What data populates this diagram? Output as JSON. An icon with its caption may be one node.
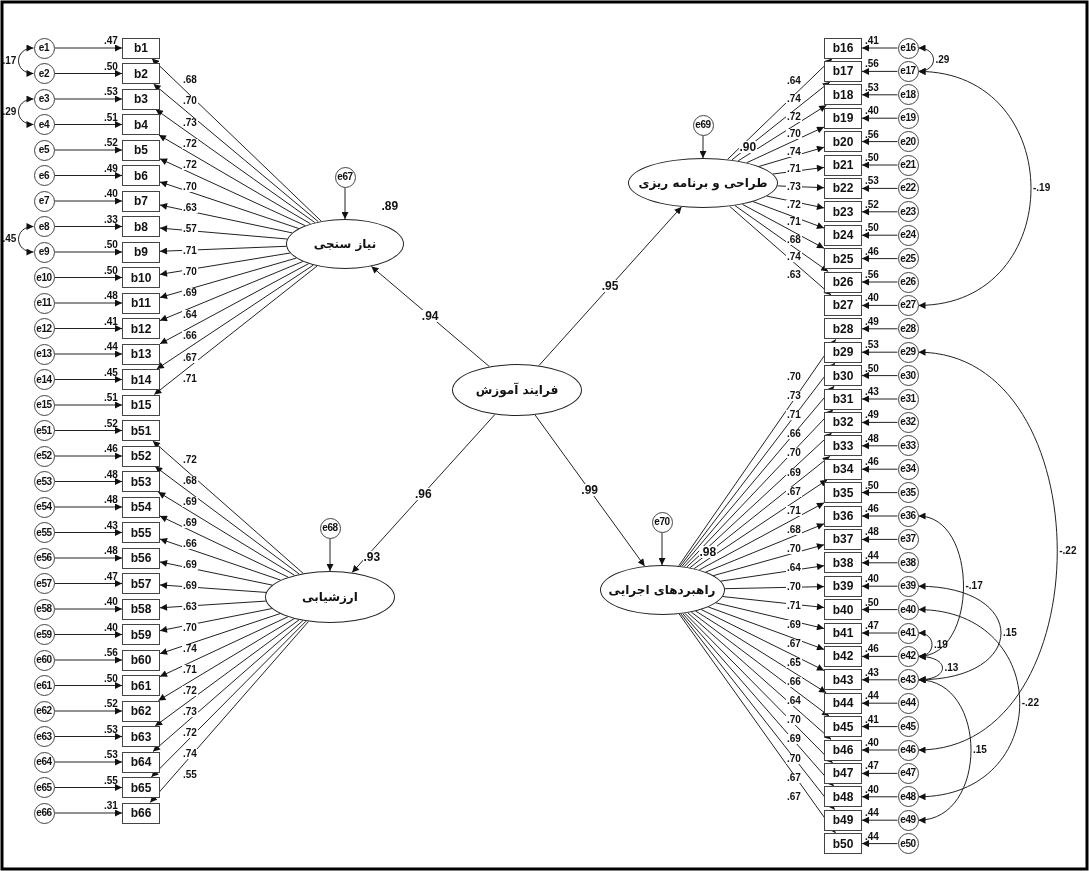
{
  "diagram": {
    "nodes": [
      {
        "text": [
          "فرایند آموزش"
        ]
      },
      {
        "text": [
          "نیاز سنجی"
        ],
        "beside": [
          ".89"
        ]
      },
      {
        "text": [
          "طراحی و برنامه ریزی"
        ],
        "beside": [
          ".90"
        ]
      },
      {
        "text": [
          "ارزشیابی"
        ],
        "beside": [
          ".93"
        ]
      },
      {
        "text": [
          "راهبردهای اجرایی"
        ],
        "beside": [
          ".98"
        ]
      },
      {
        "text": [
          "e67"
        ]
      },
      {
        "text": [
          "e69"
        ]
      },
      {
        "text": [
          "e68"
        ]
      },
      {
        "text": [
          "e70"
        ]
      },
      {
        "text": [
          "b1"
        ],
        "beside": [
          ".47"
        ]
      },
      {
        "text": [
          "b2"
        ],
        "beside": [
          ".50"
        ]
      },
      {
        "text": [
          "b3"
        ],
        "beside": [
          ".53"
        ]
      },
      {
        "text": [
          "b4"
        ],
        "beside": [
          ".51"
        ]
      },
      {
        "text": [
          "b5"
        ],
        "beside": [
          ".52"
        ]
      },
      {
        "text": [
          "b6"
        ],
        "beside": [
          ".49"
        ]
      },
      {
        "text": [
          "b7"
        ],
        "beside": [
          ".40"
        ]
      },
      {
        "text": [
          "b8"
        ],
        "beside": [
          ".33"
        ]
      },
      {
        "text": [
          "b9"
        ],
        "beside": [
          ".50"
        ]
      },
      {
        "text": [
          "b10"
        ],
        "beside": [
          ".50"
        ]
      },
      {
        "text": [
          "b11"
        ],
        "beside": [
          ".48"
        ]
      },
      {
        "text": [
          "b12"
        ],
        "beside": [
          ".41"
        ]
      },
      {
        "text": [
          "b13"
        ],
        "beside": [
          ".44"
        ]
      },
      {
        "text": [
          "b14"
        ],
        "beside": [
          ".45"
        ]
      },
      {
        "text": [
          "b15"
        ],
        "beside": [
          ".51"
        ]
      },
      {
        "text": [
          "b16"
        ],
        "beside": [
          ".41"
        ]
      },
      {
        "text": [
          "b17"
        ],
        "beside": [
          ".56"
        ]
      },
      {
        "text": [
          "b18"
        ],
        "beside": [
          ".53"
        ]
      },
      {
        "text": [
          "b19"
        ],
        "beside": [
          ".40"
        ]
      },
      {
        "text": [
          "b20"
        ],
        "beside": [
          ".56"
        ]
      },
      {
        "text": [
          "b21"
        ],
        "beside": [
          ".50"
        ]
      },
      {
        "text": [
          "b22"
        ],
        "beside": [
          ".53"
        ]
      },
      {
        "text": [
          "b23"
        ],
        "beside": [
          ".52"
        ]
      },
      {
        "text": [
          "b24"
        ],
        "beside": [
          ".50"
        ]
      },
      {
        "text": [
          "b25"
        ],
        "beside": [
          ".46"
        ]
      },
      {
        "text": [
          "b26"
        ],
        "beside": [
          ".56"
        ]
      },
      {
        "text": [
          "b27"
        ],
        "beside": [
          ".40"
        ]
      },
      {
        "text": [
          "b28"
        ],
        "beside": [
          ".49"
        ]
      },
      {
        "text": [
          "b29"
        ],
        "beside": [
          ".53"
        ]
      },
      {
        "text": [
          "b30"
        ],
        "beside": [
          ".50"
        ]
      },
      {
        "text": [
          "b31"
        ],
        "beside": [
          ".43"
        ]
      },
      {
        "text": [
          "b32"
        ],
        "beside": [
          ".49"
        ]
      },
      {
        "text": [
          "b33"
        ],
        "beside": [
          ".48"
        ]
      },
      {
        "text": [
          "b34"
        ],
        "beside": [
          ".46"
        ]
      },
      {
        "text": [
          "b35"
        ],
        "beside": [
          ".50"
        ]
      },
      {
        "text": [
          "b36"
        ],
        "beside": [
          ".46"
        ]
      },
      {
        "text": [
          "b37"
        ],
        "beside": [
          ".48"
        ]
      },
      {
        "text": [
          "b38"
        ],
        "beside": [
          ".44"
        ]
      },
      {
        "text": [
          "b39"
        ],
        "beside": [
          ".40"
        ]
      },
      {
        "text": [
          "b40"
        ],
        "beside": [
          ".50"
        ]
      },
      {
        "text": [
          "b41"
        ],
        "beside": [
          ".47"
        ]
      },
      {
        "text": [
          "b42"
        ],
        "beside": [
          ".46"
        ]
      },
      {
        "text": [
          "b43"
        ],
        "beside": [
          ".43"
        ]
      },
      {
        "text": [
          "b44"
        ],
        "beside": [
          ".44"
        ]
      },
      {
        "text": [
          "b45"
        ],
        "beside": [
          ".41"
        ]
      },
      {
        "text": [
          "b46"
        ],
        "beside": [
          ".40"
        ]
      },
      {
        "text": [
          "b47"
        ],
        "beside": [
          ".47"
        ]
      },
      {
        "text": [
          "b48"
        ],
        "beside": [
          ".40"
        ]
      },
      {
        "text": [
          "b49"
        ],
        "beside": [
          ".44"
        ]
      },
      {
        "text": [
          "b50"
        ],
        "beside": [
          ".44"
        ]
      },
      {
        "text": [
          "b51"
        ],
        "beside": [
          ".52"
        ]
      },
      {
        "text": [
          "b52"
        ],
        "beside": [
          ".46"
        ]
      },
      {
        "text": [
          "b53"
        ],
        "beside": [
          ".48"
        ]
      },
      {
        "text": [
          "b54"
        ],
        "beside": [
          ".48"
        ]
      },
      {
        "text": [
          "b55"
        ],
        "beside": [
          ".43"
        ]
      },
      {
        "text": [
          "b56"
        ],
        "beside": [
          ".48"
        ]
      },
      {
        "text": [
          "b57"
        ],
        "beside": [
          ".47"
        ]
      },
      {
        "text": [
          "b58"
        ],
        "beside": [
          ".40"
        ]
      },
      {
        "text": [
          "b59"
        ],
        "beside": [
          ".40"
        ]
      },
      {
        "text": [
          "b60"
        ],
        "beside": [
          ".56"
        ]
      },
      {
        "text": [
          "b61"
        ],
        "beside": [
          ".50"
        ]
      },
      {
        "text": [
          "b62"
        ],
        "beside": [
          ".52"
        ]
      },
      {
        "text": [
          "b63"
        ],
        "beside": [
          ".53"
        ]
      },
      {
        "text": [
          "b64"
        ],
        "beside": [
          ".53"
        ]
      },
      {
        "text": [
          "b65"
        ],
        "beside": [
          ".55"
        ]
      },
      {
        "text": [
          "b66"
        ],
        "beside": [
          ".31"
        ]
      },
      {
        "text": [
          "e1"
        ]
      },
      {
        "text": [
          "e2"
        ]
      },
      {
        "text": [
          "e3"
        ]
      },
      {
        "text": [
          "e4"
        ]
      },
      {
        "text": [
          "e5"
        ]
      },
      {
        "text": [
          "e6"
        ]
      },
      {
        "text": [
          "e7"
        ]
      },
      {
        "text": [
          "e8"
        ]
      },
      {
        "text": [
          "e9"
        ]
      },
      {
        "text": [
          "e10"
        ]
      },
      {
        "text": [
          "e11"
        ]
      },
      {
        "text": [
          "e12"
        ]
      },
      {
        "text": [
          "e13"
        ]
      },
      {
        "text": [
          "e14"
        ]
      },
      {
        "text": [
          "e15"
        ]
      },
      {
        "text": [
          "e16"
        ]
      },
      {
        "text": [
          "e17"
        ]
      },
      {
        "text": [
          "e18"
        ]
      },
      {
        "text": [
          "e19"
        ]
      },
      {
        "text": [
          "e20"
        ]
      },
      {
        "text": [
          "e21"
        ]
      },
      {
        "text": [
          "e22"
        ]
      },
      {
        "text": [
          "e23"
        ]
      },
      {
        "text": [
          "e24"
        ]
      },
      {
        "text": [
          "e25"
        ]
      },
      {
        "text": [
          "e26"
        ]
      },
      {
        "text": [
          "e27"
        ]
      },
      {
        "text": [
          "e28"
        ]
      },
      {
        "text": [
          "e29"
        ]
      },
      {
        "text": [
          "e30"
        ]
      },
      {
        "text": [
          "e31"
        ]
      },
      {
        "text": [
          "e32"
        ]
      },
      {
        "text": [
          "e33"
        ]
      },
      {
        "text": [
          "e34"
        ]
      },
      {
        "text": [
          "e35"
        ]
      },
      {
        "text": [
          "e36"
        ]
      },
      {
        "text": [
          "e37"
        ]
      },
      {
        "text": [
          "e38"
        ]
      },
      {
        "text": [
          "e39"
        ]
      },
      {
        "text": [
          "e40"
        ]
      },
      {
        "text": [
          "e41"
        ]
      },
      {
        "text": [
          "e42"
        ]
      },
      {
        "text": [
          "e43"
        ]
      },
      {
        "text": [
          "e44"
        ]
      },
      {
        "text": [
          "e45"
        ]
      },
      {
        "text": [
          "e46"
        ]
      },
      {
        "text": [
          "e47"
        ]
      },
      {
        "text": [
          "e48"
        ]
      },
      {
        "text": [
          "e49"
        ]
      },
      {
        "text": [
          "e50"
        ]
      },
      {
        "text": [
          "e51"
        ]
      },
      {
        "text": [
          "e52"
        ]
      },
      {
        "text": [
          "e53"
        ]
      },
      {
        "text": [
          "e54"
        ]
      },
      {
        "text": [
          "e55"
        ]
      },
      {
        "text": [
          "e56"
        ]
      },
      {
        "text": [
          "e57"
        ]
      },
      {
        "text": [
          "e58"
        ]
      },
      {
        "text": [
          "e59"
        ]
      },
      {
        "text": [
          "e60"
        ]
      },
      {
        "text": [
          "e61"
        ]
      },
      {
        "text": [
          "e62"
        ]
      },
      {
        "text": [
          "e63"
        ]
      },
      {
        "text": [
          "e64"
        ]
      },
      {
        "text": [
          "e65"
        ]
      },
      {
        "text": [
          "e66"
        ]
      }
    ],
    "edges": [
      {
        "from": 0,
        "to": 1,
        "arrow": "to",
        "label": ".94"
      },
      {
        "from": 0,
        "to": 2,
        "arrow": "to",
        "label": ".95"
      },
      {
        "from": 0,
        "to": 3,
        "arrow": "to",
        "label": ".96"
      },
      {
        "from": 0,
        "to": 4,
        "arrow": "to",
        "label": ".99"
      },
      {
        "from": 5,
        "to": 1,
        "arrow": "to"
      },
      {
        "from": 6,
        "to": 2,
        "arrow": "to"
      },
      {
        "from": 7,
        "to": 3,
        "arrow": "to"
      },
      {
        "from": 8,
        "to": 4,
        "arrow": "to"
      },
      {
        "from": 1,
        "to": 9,
        "arrow": "to",
        "label": ".68"
      },
      {
        "from": 1,
        "to": 10,
        "arrow": "to",
        "label": ".70"
      },
      {
        "from": 1,
        "to": 11,
        "arrow": "to",
        "label": ".73"
      },
      {
        "from": 1,
        "to": 12,
        "arrow": "to",
        "label": ".72"
      },
      {
        "from": 1,
        "to": 13,
        "arrow": "to",
        "label": ".72"
      },
      {
        "from": 1,
        "to": 14,
        "arrow": "to",
        "label": ".70"
      },
      {
        "from": 1,
        "to": 15,
        "arrow": "to",
        "label": ".63"
      },
      {
        "from": 1,
        "to": 16,
        "arrow": "to",
        "label": ".57"
      },
      {
        "from": 1,
        "to": 17,
        "arrow": "to",
        "label": ".71"
      },
      {
        "from": 1,
        "to": 18,
        "arrow": "to",
        "label": ".70"
      },
      {
        "from": 1,
        "to": 19,
        "arrow": "to",
        "label": ".69"
      },
      {
        "from": 1,
        "to": 20,
        "arrow": "to",
        "label": ".64"
      },
      {
        "from": 1,
        "to": 21,
        "arrow": "to",
        "label": ".66"
      },
      {
        "from": 1,
        "to": 22,
        "arrow": "to",
        "label": ".67"
      },
      {
        "from": 1,
        "to": 23,
        "arrow": "to",
        "label": ".71"
      },
      {
        "from": 2,
        "to": 24,
        "arrow": "to",
        "label": ".64"
      },
      {
        "from": 2,
        "to": 25,
        "arrow": "to",
        "label": ".74"
      },
      {
        "from": 2,
        "to": 26,
        "arrow": "to",
        "label": ".72"
      },
      {
        "from": 2,
        "to": 27,
        "arrow": "to",
        "label": ".70"
      },
      {
        "from": 2,
        "to": 28,
        "arrow": "to",
        "label": ".74"
      },
      {
        "from": 2,
        "to": 29,
        "arrow": "to",
        "label": ".71"
      },
      {
        "from": 2,
        "to": 30,
        "arrow": "to",
        "label": ".73"
      },
      {
        "from": 2,
        "to": 31,
        "arrow": "to",
        "label": ".72"
      },
      {
        "from": 2,
        "to": 32,
        "arrow": "to",
        "label": ".71"
      },
      {
        "from": 2,
        "to": 33,
        "arrow": "to",
        "label": ".68"
      },
      {
        "from": 2,
        "to": 34,
        "arrow": "to",
        "label": ".74"
      },
      {
        "from": 2,
        "to": 35,
        "arrow": "to",
        "label": ".63"
      },
      {
        "from": 4,
        "to": 36,
        "arrow": "to",
        "label": ".70"
      },
      {
        "from": 4,
        "to": 37,
        "arrow": "to",
        "label": ".73"
      },
      {
        "from": 4,
        "to": 38,
        "arrow": "to",
        "label": ".71"
      },
      {
        "from": 4,
        "to": 39,
        "arrow": "to",
        "label": ".66"
      },
      {
        "from": 4,
        "to": 40,
        "arrow": "to",
        "label": ".70"
      },
      {
        "from": 4,
        "to": 41,
        "arrow": "to",
        "label": ".69"
      },
      {
        "from": 4,
        "to": 42,
        "arrow": "to",
        "label": ".67"
      },
      {
        "from": 4,
        "to": 43,
        "arrow": "to",
        "label": ".71"
      },
      {
        "from": 4,
        "to": 44,
        "arrow": "to",
        "label": ".68"
      },
      {
        "from": 4,
        "to": 45,
        "arrow": "to",
        "label": ".70"
      },
      {
        "from": 4,
        "to": 46,
        "arrow": "to",
        "label": ".64"
      },
      {
        "from": 4,
        "to": 47,
        "arrow": "to",
        "label": ".70"
      },
      {
        "from": 4,
        "to": 48,
        "arrow": "to",
        "label": ".71"
      },
      {
        "from": 4,
        "to": 49,
        "arrow": "to",
        "label": ".69"
      },
      {
        "from": 4,
        "to": 50,
        "arrow": "to",
        "label": ".67"
      },
      {
        "from": 4,
        "to": 51,
        "arrow": "to",
        "label": ".65"
      },
      {
        "from": 4,
        "to": 52,
        "arrow": "to",
        "label": ".66"
      },
      {
        "from": 4,
        "to": 53,
        "arrow": "to",
        "label": ".64"
      },
      {
        "from": 4,
        "to": 54,
        "arrow": "to",
        "label": ".70"
      },
      {
        "from": 4,
        "to": 55,
        "arrow": "to",
        "label": ".69"
      },
      {
        "from": 4,
        "to": 56,
        "arrow": "to",
        "label": ".70"
      },
      {
        "from": 4,
        "to": 57,
        "arrow": "to",
        "label": ".67"
      },
      {
        "from": 4,
        "to": 58,
        "arrow": "to",
        "label": ".67"
      },
      {
        "from": 3,
        "to": 59,
        "arrow": "to",
        "label": ".72"
      },
      {
        "from": 3,
        "to": 60,
        "arrow": "to",
        "label": ".68"
      },
      {
        "from": 3,
        "to": 61,
        "arrow": "to",
        "label": ".69"
      },
      {
        "from": 3,
        "to": 62,
        "arrow": "to",
        "label": ".69"
      },
      {
        "from": 3,
        "to": 63,
        "arrow": "to",
        "label": ".66"
      },
      {
        "from": 3,
        "to": 64,
        "arrow": "to",
        "label": ".69"
      },
      {
        "from": 3,
        "to": 65,
        "arrow": "to",
        "label": ".69"
      },
      {
        "from": 3,
        "to": 66,
        "arrow": "to",
        "label": ".63"
      },
      {
        "from": 3,
        "to": 67,
        "arrow": "to",
        "label": ".70"
      },
      {
        "from": 3,
        "to": 68,
        "arrow": "to",
        "label": ".74"
      },
      {
        "from": 3,
        "to": 69,
        "arrow": "to",
        "label": ".71"
      },
      {
        "from": 3,
        "to": 70,
        "arrow": "to",
        "label": ".72"
      },
      {
        "from": 3,
        "to": 71,
        "arrow": "to",
        "label": ".73"
      },
      {
        "from": 3,
        "to": 72,
        "arrow": "to",
        "label": ".72"
      },
      {
        "from": 3,
        "to": 73,
        "arrow": "to",
        "label": ".74"
      },
      {
        "from": 3,
        "to": 74,
        "arrow": "to",
        "label": ".55"
      },
      {
        "from": 75,
        "to": 9,
        "arrow": "to"
      },
      {
        "from": 76,
        "to": 10,
        "arrow": "to"
      },
      {
        "from": 77,
        "to": 11,
        "arrow": "to"
      },
      {
        "from": 78,
        "to": 12,
        "arrow": "to"
      },
      {
        "from": 79,
        "to": 13,
        "arrow": "to"
      },
      {
        "from": 80,
        "to": 14,
        "arrow": "to"
      },
      {
        "from": 81,
        "to": 15,
        "arrow": "to"
      },
      {
        "from": 82,
        "to": 16,
        "arrow": "to"
      },
      {
        "from": 83,
        "to": 17,
        "arrow": "to"
      },
      {
        "from": 84,
        "to": 18,
        "arrow": "to"
      },
      {
        "from": 85,
        "to": 19,
        "arrow": "to"
      },
      {
        "from": 86,
        "to": 20,
        "arrow": "to"
      },
      {
        "from": 87,
        "to": 21,
        "arrow": "to"
      },
      {
        "from": 88,
        "to": 22,
        "arrow": "to"
      },
      {
        "from": 89,
        "to": 23,
        "arrow": "to"
      },
      {
        "from": 90,
        "to": 24,
        "arrow": "to"
      },
      {
        "from": 91,
        "to": 25,
        "arrow": "to"
      },
      {
        "from": 92,
        "to": 26,
        "arrow": "to"
      },
      {
        "from": 93,
        "to": 27,
        "arrow": "to"
      },
      {
        "from": 94,
        "to": 28,
        "arrow": "to"
      },
      {
        "from": 95,
        "to": 29,
        "arrow": "to"
      },
      {
        "from": 96,
        "to": 30,
        "arrow": "to"
      },
      {
        "from": 97,
        "to": 31,
        "arrow": "to"
      },
      {
        "from": 98,
        "to": 32,
        "arrow": "to"
      },
      {
        "from": 99,
        "to": 33,
        "arrow": "to"
      },
      {
        "from": 100,
        "to": 34,
        "arrow": "to"
      },
      {
        "from": 101,
        "to": 35,
        "arrow": "to"
      },
      {
        "from": 102,
        "to": 36,
        "arrow": "to"
      },
      {
        "from": 103,
        "to": 37,
        "arrow": "to"
      },
      {
        "from": 104,
        "to": 38,
        "arrow": "to"
      },
      {
        "from": 105,
        "to": 39,
        "arrow": "to"
      },
      {
        "from": 106,
        "to": 40,
        "arrow": "to"
      },
      {
        "from": 107,
        "to": 41,
        "arrow": "to"
      },
      {
        "from": 108,
        "to": 42,
        "arrow": "to"
      },
      {
        "from": 109,
        "to": 43,
        "arrow": "to"
      },
      {
        "from": 110,
        "to": 44,
        "arrow": "to"
      },
      {
        "from": 111,
        "to": 45,
        "arrow": "to"
      },
      {
        "from": 112,
        "to": 46,
        "arrow": "to"
      },
      {
        "from": 113,
        "to": 47,
        "arrow": "to"
      },
      {
        "from": 114,
        "to": 48,
        "arrow": "to"
      },
      {
        "from": 115,
        "to": 49,
        "arrow": "to"
      },
      {
        "from": 116,
        "to": 50,
        "arrow": "to"
      },
      {
        "from": 117,
        "to": 51,
        "arrow": "to"
      },
      {
        "from": 118,
        "to": 52,
        "arrow": "to"
      },
      {
        "from": 119,
        "to": 53,
        "arrow": "to"
      },
      {
        "from": 120,
        "to": 54,
        "arrow": "to"
      },
      {
        "from": 121,
        "to": 55,
        "arrow": "to"
      },
      {
        "from": 122,
        "to": 56,
        "arrow": "to"
      },
      {
        "from": 123,
        "to": 57,
        "arrow": "to"
      },
      {
        "from": 124,
        "to": 58,
        "arrow": "to"
      },
      {
        "from": 125,
        "to": 59,
        "arrow": "to"
      },
      {
        "from": 126,
        "to": 60,
        "arrow": "to"
      },
      {
        "from": 127,
        "to": 61,
        "arrow": "to"
      },
      {
        "from": 128,
        "to": 62,
        "arrow": "to"
      },
      {
        "from": 129,
        "to": 63,
        "arrow": "to"
      },
      {
        "from": 130,
        "to": 64,
        "arrow": "to"
      },
      {
        "from": 131,
        "to": 65,
        "arrow": "to"
      },
      {
        "from": 132,
        "to": 66,
        "arrow": "to"
      },
      {
        "from": 133,
        "to": 67,
        "arrow": "to"
      },
      {
        "from": 134,
        "to": 68,
        "arrow": "to"
      },
      {
        "from": 135,
        "to": 69,
        "arrow": "to"
      },
      {
        "from": 136,
        "to": 70,
        "arrow": "to"
      },
      {
        "from": 137,
        "to": 71,
        "arrow": "to"
      },
      {
        "from": 138,
        "to": 72,
        "arrow": "to"
      },
      {
        "from": 139,
        "to": 73,
        "arrow": "to"
      },
      {
        "from": 140,
        "to": 74,
        "arrow": "to"
      },
      {
        "from": 75,
        "to": 76,
        "arrow": "both",
        "label": ".17"
      },
      {
        "from": 77,
        "to": 78,
        "arrow": "both",
        "label": ".29"
      },
      {
        "from": 82,
        "to": 83,
        "arrow": "both",
        "label": ".45"
      },
      {
        "from": 90,
        "to": 91,
        "arrow": "both",
        "label": ".29"
      },
      {
        "from": 91,
        "to": 101,
        "arrow": "both",
        "label": "-.19"
      },
      {
        "from": 103,
        "to": 120,
        "arrow": "both",
        "label": "-.22"
      },
      {
        "from": 110,
        "to": 116,
        "arrow": "both",
        "label": "-.17"
      },
      {
        "from": 113,
        "to": 117,
        "arrow": "both",
        "label": ".15"
      },
      {
        "from": 114,
        "to": 122,
        "arrow": "both",
        "label": "-.22"
      },
      {
        "from": 115,
        "to": 116,
        "arrow": "both",
        "label": ".19"
      },
      {
        "from": 116,
        "to": 117,
        "arrow": "both",
        "label": ".13"
      },
      {
        "from": 117,
        "to": 123,
        "arrow": "both",
        "label": ".15"
      }
    ]
  }
}
